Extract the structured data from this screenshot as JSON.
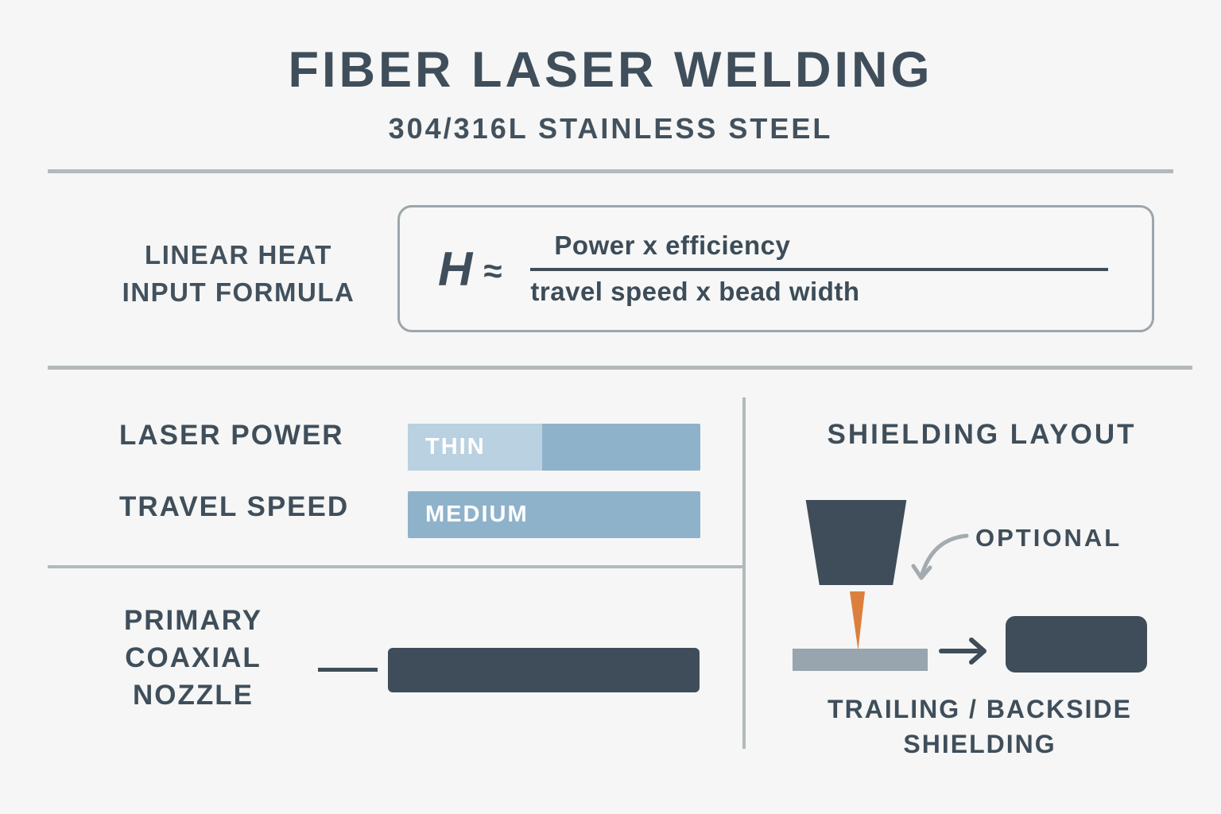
{
  "page": {
    "title": "FIBER LASER WELDING",
    "subtitle": "304/316L STAINLESS STEEL"
  },
  "formula_section": {
    "label_line1": "LINEAR HEAT",
    "label_line2": "INPUT FORMULA",
    "symbol": "H",
    "approx": "≈",
    "numerator": "Power x efficiency",
    "denominator": "travel speed x bead width"
  },
  "parameters_section": {
    "rows": [
      {
        "label": "LASER POWER",
        "value": "THIN",
        "light_segment_percent": 46
      },
      {
        "label": "TRAVEL SPEED",
        "value": "MEDIUM",
        "light_segment_percent": 0
      }
    ]
  },
  "nozzle_section": {
    "label_line1": "PRIMARY",
    "label_line2": "COAXIAL",
    "label_line3": "NOZZLE"
  },
  "shielding_section": {
    "title": "SHIELDING LAYOUT",
    "optional_label": "OPTIONAL",
    "caption_line1": "TRAILING / BACKSIDE",
    "caption_line2": "SHIELDING"
  },
  "colors": {
    "background": "#f5f6f5",
    "dark_slate": "#3e4d59",
    "divider_gray": "#b3b9bd",
    "light_blue": "#b9d1e1",
    "medium_blue": "#8fb2cb",
    "beam_orange": "#dd7f3c",
    "plate_gray": "#98a4ae",
    "arrow_gray": "#a3abb0",
    "bar_text_white": "#ffffff"
  }
}
